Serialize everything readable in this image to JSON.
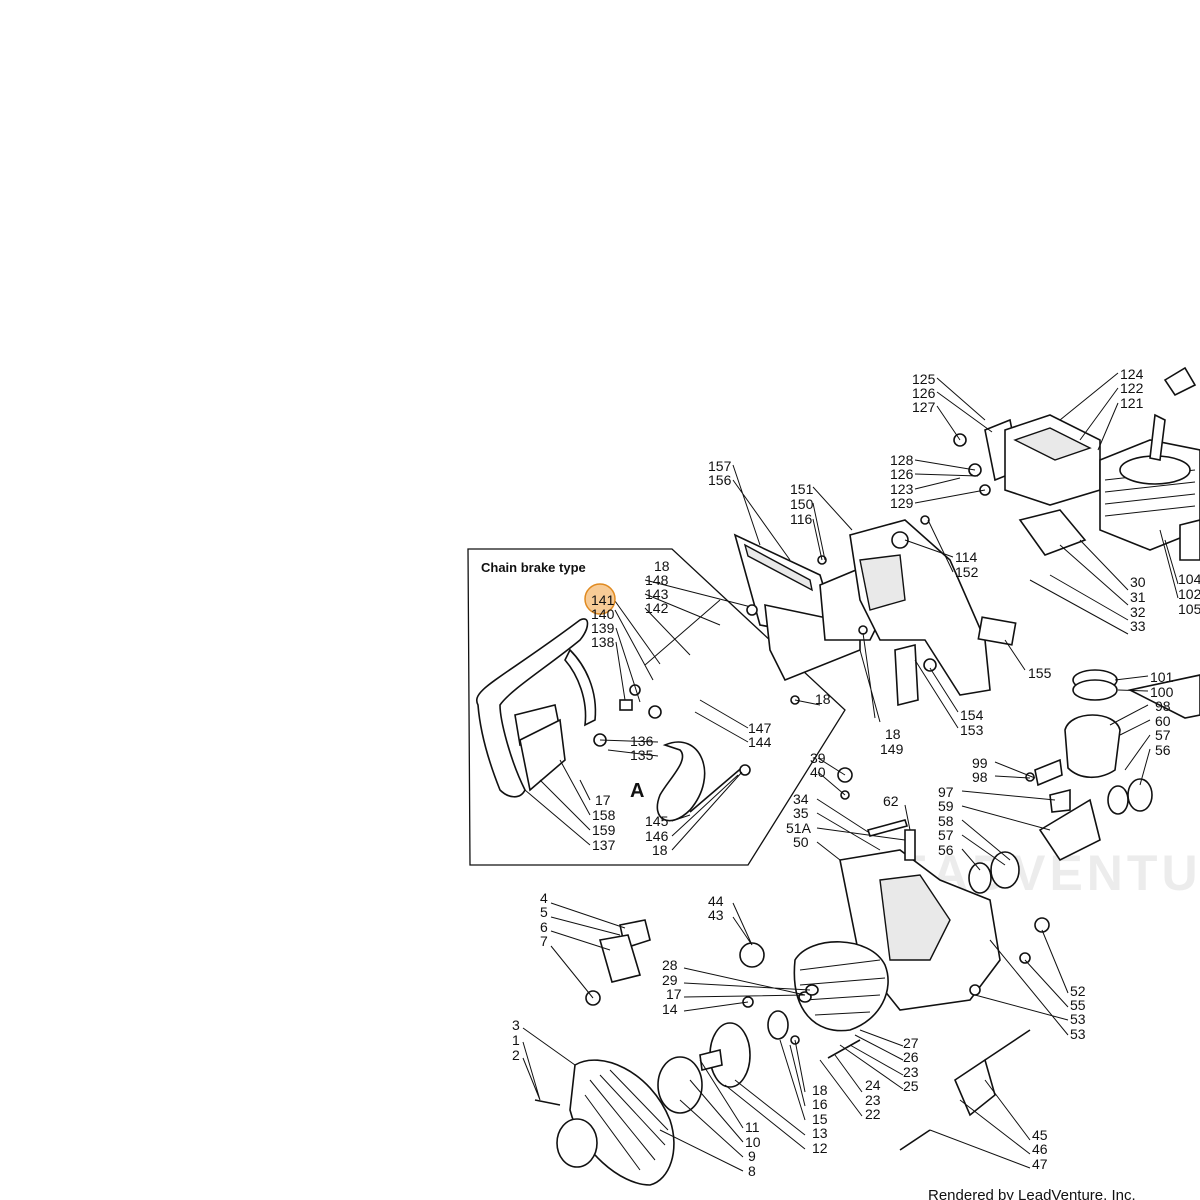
{
  "diagram": {
    "inset_title": "Chain brake type",
    "highlighted_part": "141",
    "highlight_color": "#f0a040",
    "watermark": "LEADVENTU",
    "credit": "Rendered by LeadVenture, Inc.",
    "view_label_a": "A",
    "parts": {
      "p125": "125",
      "p126a": "126",
      "p127": "127",
      "p124": "124",
      "p122": "122",
      "p121": "121",
      "p128": "128",
      "p126b": "126",
      "p123": "123",
      "p129": "129",
      "p157": "157",
      "p156": "156",
      "p151": "151",
      "p150": "150",
      "p116": "116",
      "p114": "114",
      "p152": "152",
      "p30": "30",
      "p31": "31",
      "p32": "32",
      "p33": "33",
      "p104": "104",
      "p102": "102",
      "p105": "105",
      "p18a": "18",
      "p148": "148",
      "p143": "143",
      "p142": "142",
      "p141": "141",
      "p140": "140",
      "p139": "139",
      "p138": "138",
      "p136": "136",
      "p135": "135",
      "p17a": "17",
      "p158": "158",
      "p159": "159",
      "p137": "137",
      "p147": "147",
      "p144": "144",
      "p145": "145",
      "p146": "146",
      "p18b": "18",
      "p18c": "18",
      "p18d": "18",
      "p149": "149",
      "p154": "154",
      "p153": "153",
      "p155": "155",
      "p101": "101",
      "p100": "100",
      "p98a": "98",
      "p60": "60",
      "p57a": "57",
      "p56a": "56",
      "p99": "99",
      "p98b": "98",
      "p97": "97",
      "p59": "59",
      "p58": "58",
      "p57b": "57",
      "p56b": "56",
      "p39": "39",
      "p40": "40",
      "p34": "34",
      "p35": "35",
      "p51A": "51A",
      "p50": "50",
      "p62": "62",
      "p4": "4",
      "p5": "5",
      "p6": "6",
      "p7": "7",
      "p44": "44",
      "p43": "43",
      "p28": "28",
      "p29": "29",
      "p17b": "17",
      "p14": "14",
      "p52": "52",
      "p55": "55",
      "p53a": "53",
      "p53b": "53",
      "p27": "27",
      "p26": "26",
      "p23": "23",
      "p25": "25",
      "p24": "24",
      "p22": "22",
      "p3": "3",
      "p1": "1",
      "p2": "2",
      "p18e": "18",
      "p16": "16",
      "p15": "15",
      "p13": "13",
      "p12": "12",
      "p11": "11",
      "p10": "10",
      "p9": "9",
      "p8": "8",
      "p45": "45",
      "p46": "46",
      "p47": "47"
    }
  }
}
